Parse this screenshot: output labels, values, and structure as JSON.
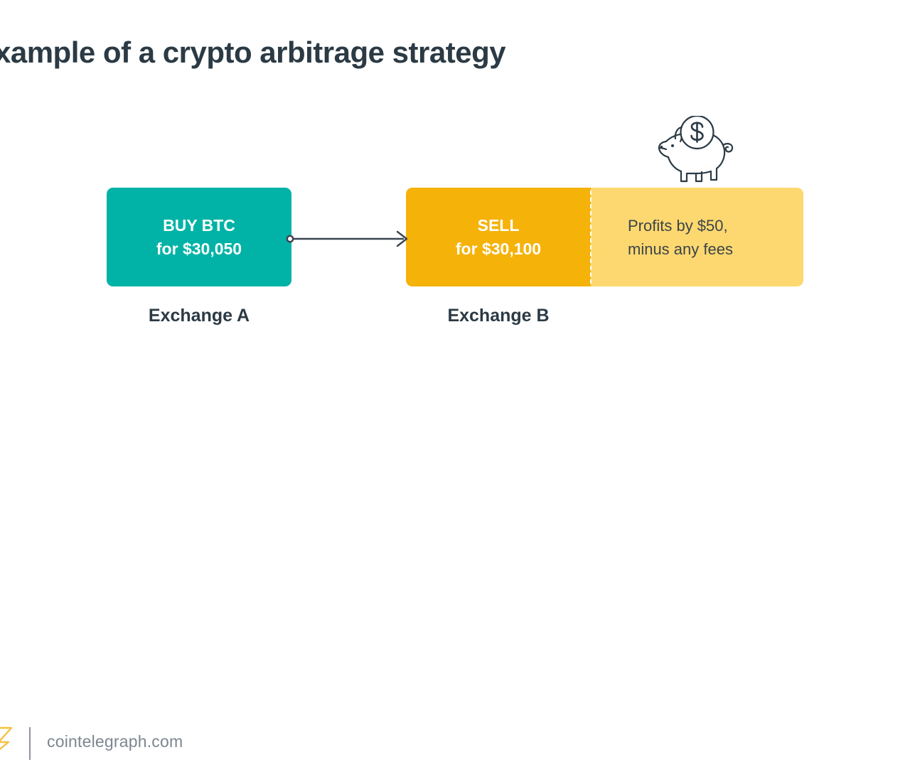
{
  "page": {
    "title": "xample of a crypto arbitrage strategy",
    "background_color": "#ffffff"
  },
  "colors": {
    "title_text": "#2b3a44",
    "buy_box": "#00b3a6",
    "sell_box": "#f5b209",
    "profit_panel": "#fdd870",
    "profit_text": "#3b4449",
    "arrow": "#3a4450",
    "caption_text": "#2b3a44",
    "footer_text": "#7d868e",
    "footer_logo": "#f5c141",
    "divider": "#8d949c",
    "piggy_outline": "#2b3a44"
  },
  "diagram": {
    "steps": [
      {
        "id": "buy",
        "line1": "BUY BTC",
        "line2": "for $30,050",
        "caption": "Exchange A",
        "color": "#00b3a6"
      },
      {
        "id": "sell",
        "line1": "SELL",
        "line2": "for $30,100",
        "caption": "Exchange B",
        "color": "#f5b209"
      }
    ],
    "profit": {
      "line1": "Profits by $50,",
      "line2": "minus any fees"
    },
    "connector": {
      "from": "buy",
      "to": "sell",
      "start_marker": "circle",
      "end_marker": "arrowhead"
    },
    "piggy_bank": {
      "icon": "piggy-bank-icon",
      "coin_symbol": "$"
    }
  },
  "footer": {
    "logo_icon": "lightning-bolt-logo",
    "site": "cointelegraph.com"
  }
}
